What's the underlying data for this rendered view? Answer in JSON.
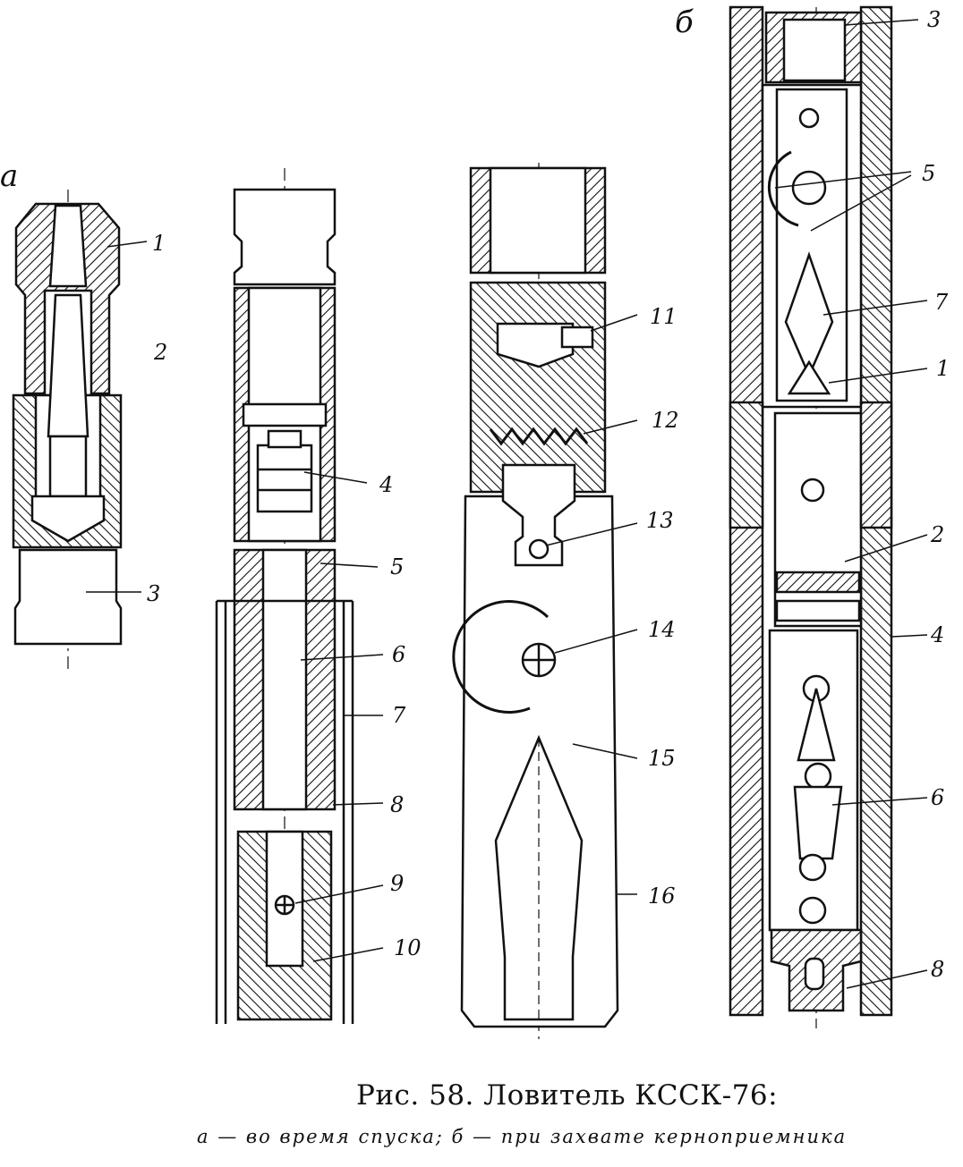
{
  "figure": {
    "subfig_a": "а",
    "subfig_b": "б",
    "labels": {
      "l1": "1",
      "l2": "2",
      "l3": "3",
      "l4": "4",
      "l5": "5",
      "l6": "6",
      "l7": "7",
      "l8": "8",
      "l9": "9",
      "l10": "10",
      "l11": "11",
      "l12": "12",
      "l13": "13",
      "l14": "14",
      "l15": "15",
      "l16": "16",
      "b3": "3",
      "b5": "5",
      "b7": "7",
      "b1": "1",
      "b2": "2",
      "b4": "4",
      "b6": "6",
      "b8": "8"
    }
  },
  "caption": {
    "title": "Рис. 58. Ловитель КССК-76:",
    "legend": "а — во время спуска; б — при захвате керноприемника"
  },
  "colors": {
    "ink": "#111111",
    "paper": "#ffffff"
  }
}
